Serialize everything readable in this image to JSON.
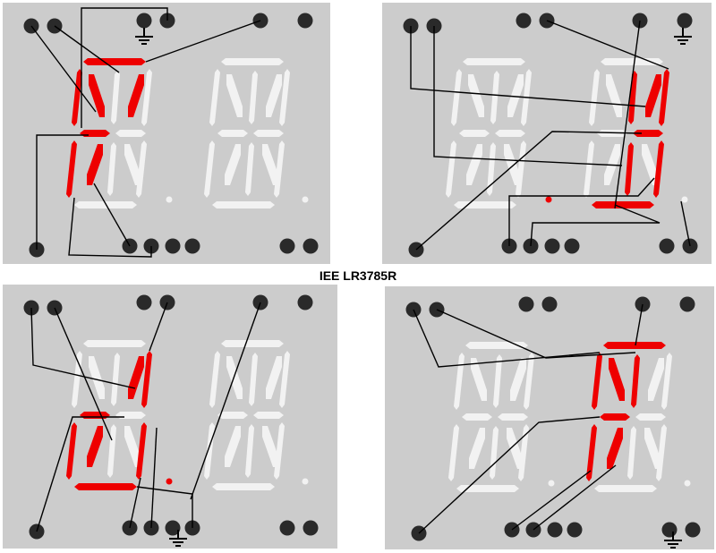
{
  "diagram": {
    "caption": "IEE LR3785R",
    "colors": {
      "panel": "#cccccc",
      "segment_off": "#f2f2f2",
      "segment_on": "#ee0000",
      "pin": "#2a2a2a",
      "wire": "#000000"
    },
    "panels": [
      {
        "id": "top-left",
        "digit_1_lit_segments": [
          "a",
          "f",
          "h",
          "j",
          "g1",
          "e",
          "k"
        ],
        "digit_2_lit_segments": [],
        "decimal_point_lit": false,
        "ground_icon": "top"
      },
      {
        "id": "top-right",
        "digit_1_lit_segments": [],
        "digit_2_lit_segments": [
          "b",
          "j",
          "g2",
          "c",
          "l",
          "d",
          "i"
        ],
        "decimal_point_lit": true,
        "ground_icon": "top"
      },
      {
        "id": "bottom-left",
        "digit_1_lit_segments": [
          "b",
          "j",
          "g1",
          "e",
          "c",
          "k",
          "d"
        ],
        "digit_2_lit_segments": [],
        "decimal_point_lit": true,
        "ground_icon": "bottom"
      },
      {
        "id": "bottom-right",
        "digit_1_lit_segments": [],
        "digit_2_lit_segments": [
          "a",
          "f",
          "h",
          "i",
          "g1",
          "e",
          "k"
        ],
        "decimal_point_lit": false,
        "ground_icon": "bottom"
      }
    ]
  }
}
